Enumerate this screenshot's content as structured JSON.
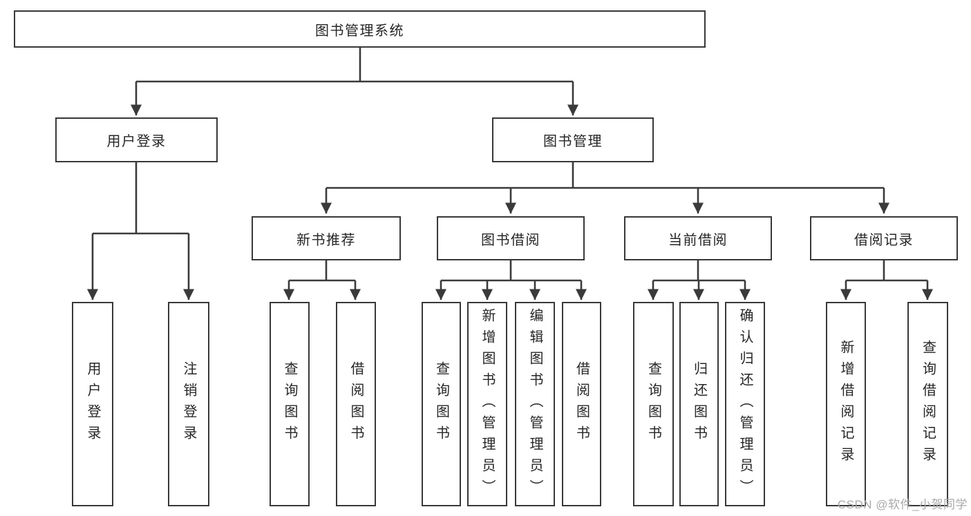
{
  "tree": {
    "root": {
      "label": "图书管理系统"
    },
    "level2": [
      {
        "label": "用户登录"
      },
      {
        "label": "图书管理"
      }
    ],
    "level3": [
      {
        "label": "新书推荐"
      },
      {
        "label": "图书借阅"
      },
      {
        "label": "当前借阅"
      },
      {
        "label": "借阅记录"
      }
    ],
    "leaves": {
      "user_login": [
        {
          "label": "用户登录"
        },
        {
          "label": "注销登录"
        }
      ],
      "new_books": [
        {
          "label": "查询图书"
        },
        {
          "label": "借阅图书"
        }
      ],
      "book_borrow": [
        {
          "label": "查询图书"
        },
        {
          "label": "新增图书（管理员）"
        },
        {
          "label": "编辑图书（管理员）"
        },
        {
          "label": "借阅图书"
        }
      ],
      "current_borrow": [
        {
          "label": "查询图书"
        },
        {
          "label": "归还图书"
        },
        {
          "label": "确认归还（管理员）"
        }
      ],
      "borrow_records": [
        {
          "label": "新增借阅记录"
        },
        {
          "label": "查询借阅记录"
        }
      ]
    }
  },
  "watermark": {
    "text": "CSDN @软件_小贺同学"
  },
  "colors": {
    "line": "#3a3a3a",
    "box-border": "#383838",
    "text": "#262626",
    "watermark": "#a9a9a9",
    "background": "#ffffff"
  }
}
